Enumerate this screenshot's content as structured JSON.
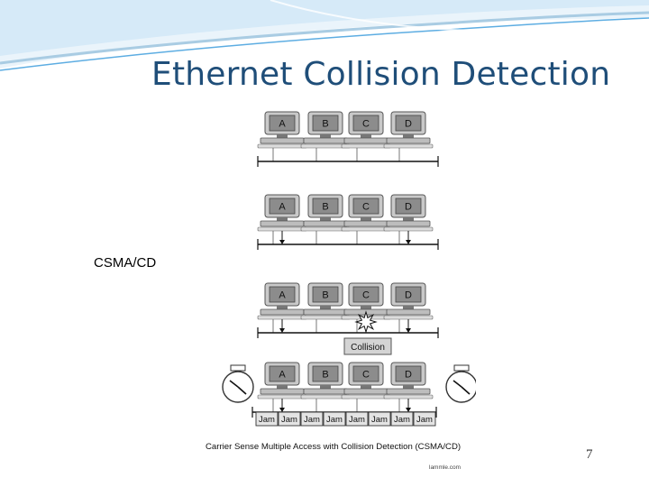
{
  "slide": {
    "title": "Ethernet Collision Detection",
    "side_label": "CSMA/CD",
    "page_number": "7",
    "accent_color": "#1f4e79",
    "swoosh_colors": [
      "#d6eaf8",
      "#a9cce3",
      "#5dade2"
    ]
  },
  "diagram": {
    "stations": [
      "A",
      "B",
      "C",
      "D"
    ],
    "collision_label": "Collision",
    "jam_labels": [
      "Jam",
      "Jam",
      "Jam",
      "Jam",
      "Jam",
      "Jam",
      "Jam",
      "Jam"
    ],
    "caption": "Carrier Sense Multiple Access with Collision Detection (CSMA/CD)",
    "credit": "lammle.com",
    "icons": [
      "computer-icon",
      "clock-icon",
      "collision-star-icon",
      "arrow-down-icon"
    ]
  }
}
